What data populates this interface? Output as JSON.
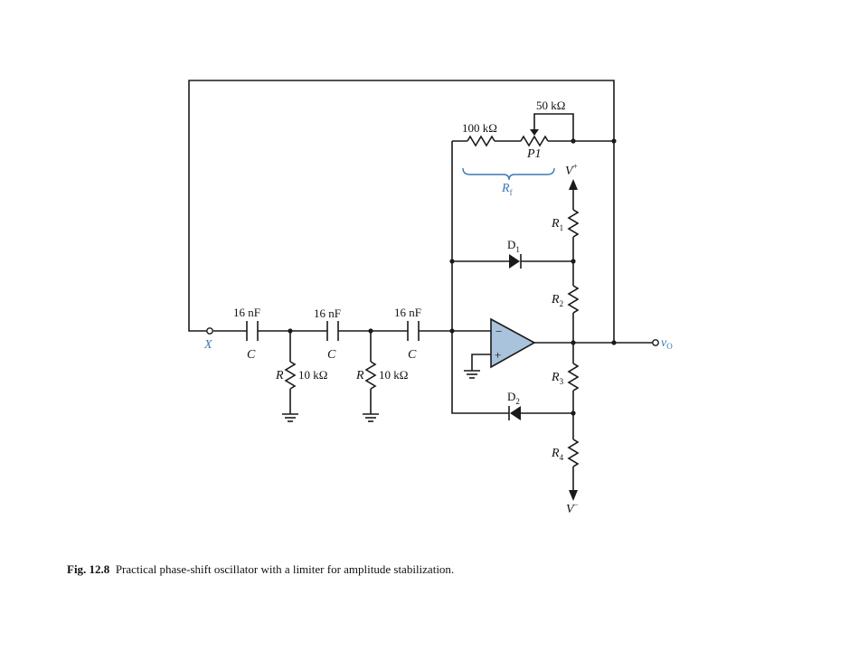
{
  "labels": {
    "cap_value": "16 nF",
    "cap_symbol": "C",
    "res_value": "10 kΩ",
    "res_symbol": "R",
    "feedback_fixed": "100 kΩ",
    "pot_value": "50 kΩ",
    "pot_symbol": "P1",
    "rf_symbol": "R",
    "rf_sub": "f",
    "node_x": "X",
    "output": "v",
    "output_sub": "O",
    "diode_symbol": "D",
    "d1_sub": "1",
    "d2_sub": "2",
    "r1_sub": "1",
    "r2_sub": "2",
    "r3_sub": "3",
    "r4_sub": "4",
    "vplus": "V",
    "vplus_sup": "+",
    "vminus": "V",
    "vminus_sup": "−",
    "opamp_minus": "−",
    "opamp_plus": "+"
  },
  "caption": {
    "figure": "Fig. 12.8",
    "text": "Practical phase-shift oscillator with a limiter for amplitude stabilization."
  },
  "colors": {
    "wire": "#1a1a1a",
    "opamp_fill": "#a9c3dc",
    "accent_blue": "#3b78b4"
  }
}
